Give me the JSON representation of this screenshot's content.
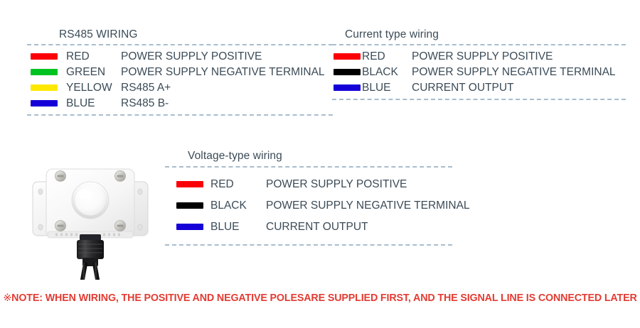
{
  "page": {
    "background": "#ffffff",
    "text_color": "#3b4b57",
    "dash_color": "#a9bdcd"
  },
  "wiring_tables": [
    {
      "id": "rs485",
      "title": "RS485 WIRING",
      "rows": [
        {
          "swatch": "#fb0007",
          "color": "RED",
          "description": "POWER SUPPLY POSITIVE"
        },
        {
          "swatch": "#00c322",
          "color": "GREEN",
          "description": "POWER SUPPLY NEGATIVE TERMINAL"
        },
        {
          "swatch": "#ffe800",
          "color": "YELLOW",
          "description": "RS485 A+"
        },
        {
          "swatch": "#1500d8",
          "color": "BLUE",
          "description": "RS485 B-"
        }
      ]
    },
    {
      "id": "current",
      "title": "Current type wiring",
      "rows": [
        {
          "swatch": "#fb0007",
          "color": "RED",
          "description": "POWER SUPPLY POSITIVE"
        },
        {
          "swatch": "#000000",
          "color": "BLACK",
          "description": "POWER SUPPLY NEGATIVE TERMINAL"
        },
        {
          "swatch": "#1500d8",
          "color": "BLUE",
          "description": "CURRENT OUTPUT"
        }
      ]
    },
    {
      "id": "voltage",
      "title": "Voltage-type wiring",
      "rows": [
        {
          "swatch": "#fb0007",
          "color": "RED",
          "description": "POWER SUPPLY POSITIVE"
        },
        {
          "swatch": "#000000",
          "color": "BLACK",
          "description": "POWER SUPPLY NEGATIVE TERMINAL"
        },
        {
          "swatch": "#1500d8",
          "color": "BLUE",
          "description": "CURRENT OUTPUT"
        }
      ]
    }
  ],
  "product": {
    "alt": "white square light sensor with dome and cable connector"
  },
  "note": {
    "mark": "※",
    "text": "NOTE: WHEN WIRING, THE POSITIVE AND NEGATIVE POLESARE SUPPLIED FIRST, AND THE SIGNAL LINE IS CONNECTED LATER",
    "color": "#e23c33"
  }
}
